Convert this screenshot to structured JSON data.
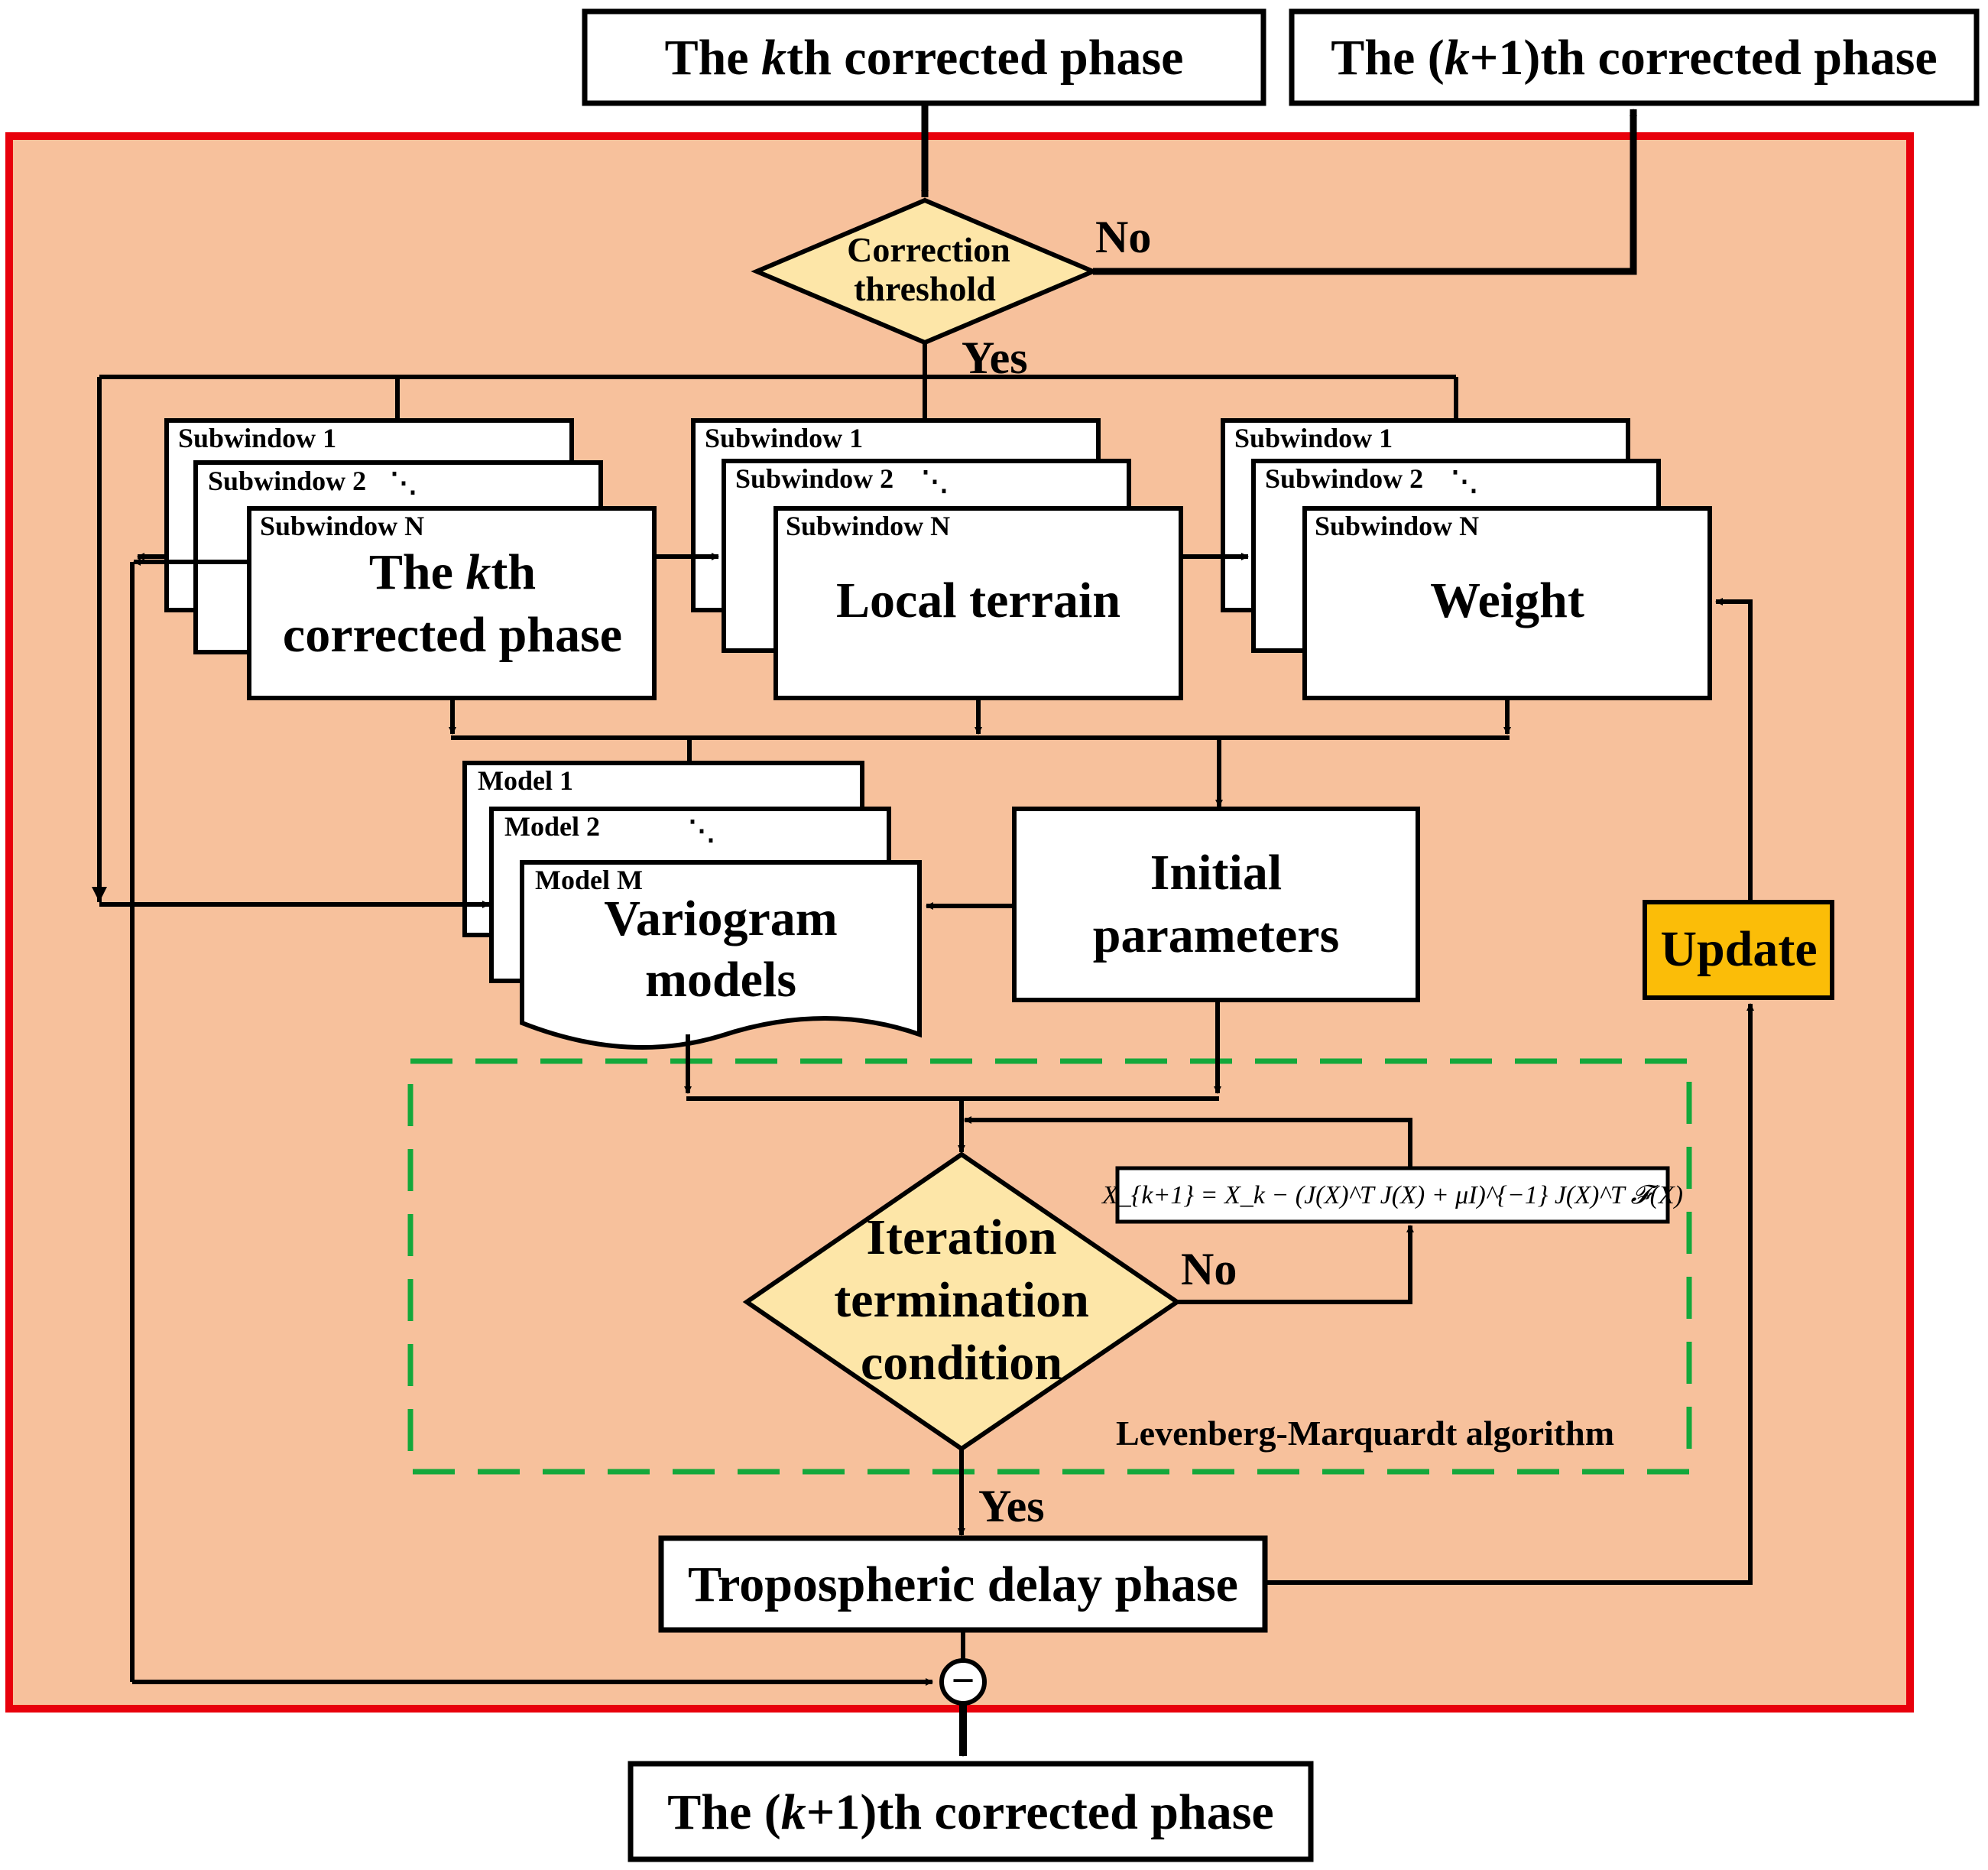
{
  "top": {
    "input_box": {
      "prefix": "The ",
      "italic": "k",
      "suffix": "th corrected phase"
    },
    "output_box_top": {
      "prefix": "The (",
      "italic": "k",
      "suffix": "+1)th corrected phase"
    }
  },
  "threshold": {
    "line1": "Correction",
    "line2": "threshold",
    "no_label": "No",
    "yes_label": "Yes"
  },
  "subwindow_groups": [
    {
      "tabs": [
        "Subwindow 1",
        "Subwindow 2",
        "Subwindow N"
      ],
      "main_prefix": "The ",
      "main_italic": "k",
      "main_suffix": "th",
      "main_line2": "corrected phase"
    },
    {
      "tabs": [
        "Subwindow 1",
        "Subwindow 2",
        "Subwindow N"
      ],
      "main": "Local terrain"
    },
    {
      "tabs": [
        "Subwindow 1",
        "Subwindow 2",
        "Subwindow N"
      ],
      "main": "Weight"
    }
  ],
  "ellipsis": "⋱",
  "models": {
    "tabs": [
      "Model 1",
      "Model 2",
      "Model M"
    ],
    "line1": "Variogram",
    "line2": "models"
  },
  "initial": {
    "line1": "Initial",
    "line2": "parameters"
  },
  "update": {
    "label": "Update"
  },
  "lm": {
    "title": "Levenberg-Marquardt algorithm",
    "decision_line1": "Iteration",
    "decision_line2": "termination",
    "decision_line3": "condition",
    "no_label": "No",
    "yes_label": "Yes",
    "equation": "X_{k+1} = X_k − (J(X)^T J(X) + μI)^{−1} J(X)^T 𝓕(X)"
  },
  "tropo": {
    "label": "Tropospheric delay phase"
  },
  "subtract_symbol": "−",
  "bottom": {
    "prefix": "The (",
    "italic": "k",
    "suffix": "+1)th corrected phase"
  },
  "colors": {
    "panel_fill": "#f7c19c",
    "panel_border": "#e8000b",
    "decision_fill": "#fde6a8",
    "update_fill": "#fbbd08",
    "lm_border": "#14a83b"
  }
}
